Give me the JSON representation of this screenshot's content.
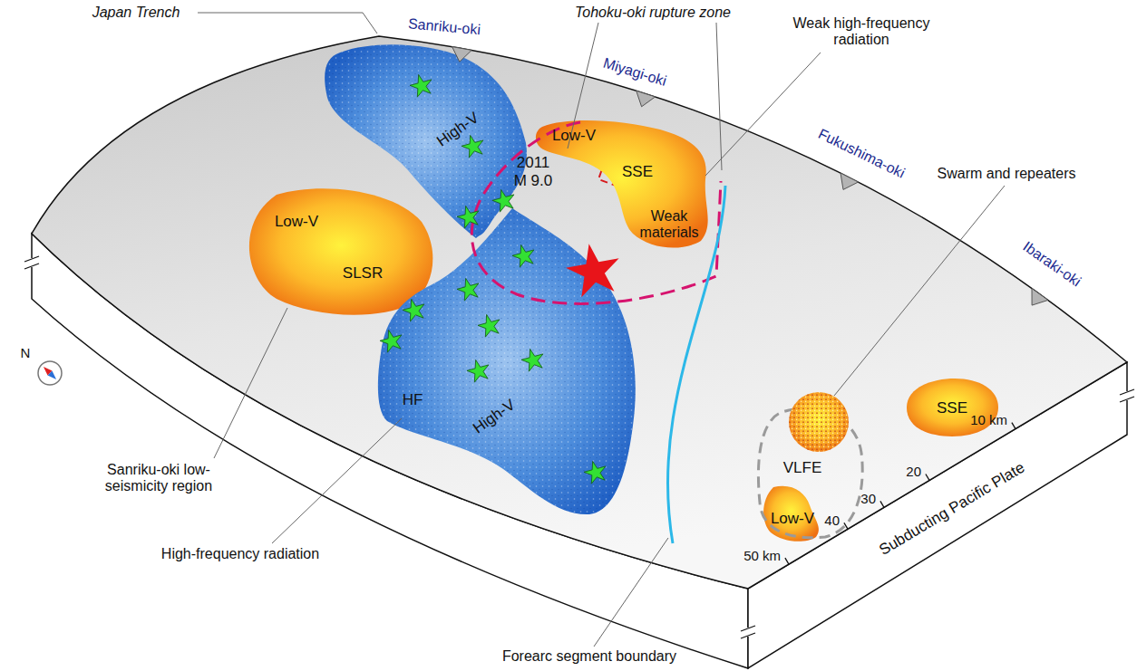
{
  "diagram": {
    "nodes": [
      {
        "text": [
          "High-V"
        ]
      },
      {
        "text": [
          "Low-V",
          "SLSR"
        ]
      },
      {
        "text": [
          "2011 M 9.0"
        ]
      },
      {
        "text": [
          "Low-V",
          "Weak materials"
        ]
      },
      {
        "text": [
          "SSE"
        ],
        "in": 3
      },
      {
        "text": [
          "HF",
          "High-V"
        ]
      },
      {
        "text": [
          "VLFE"
        ]
      },
      {
        "text": [
          "Low-V"
        ],
        "in": 6
      },
      {
        "text": [
          "SSE"
        ]
      }
    ],
    "labels": [
      "Japan Trench",
      "Sanriku-oki",
      "Miyagi-oki",
      "Fukushima-oki",
      "Ibaraki-oki",
      "Tohoku-oki rupture zone",
      "Weak high-frequency radiation",
      "Swarm and repeaters",
      "N",
      "Sanriku-oki low-seismicity region",
      "High-frequency radiation",
      "Forearc segment boundary",
      "10 km",
      "20",
      "30",
      "40",
      "50 km",
      "Subducting Pacific Plate"
    ]
  }
}
